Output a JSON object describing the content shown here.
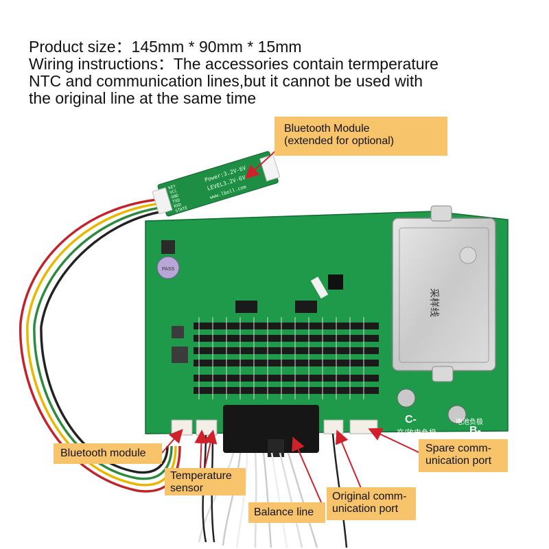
{
  "header": {
    "line1": "Product size：145mm * 90mm * 15mm",
    "line2": "Wiring instructions：The accessories contain termperature",
    "line3": "NTC and communication lines,but it cannot be used with",
    "line4": "the original line at the same time"
  },
  "callouts": {
    "bluetooth_module_top": {
      "line1": "Bluetooth Module",
      "line2": "(extended for optional)"
    },
    "bluetooth_module": "Bluetooth module",
    "temperature_sensor": {
      "line1": "Temperature",
      "line2": "sensor"
    },
    "balance_line": "Balance line",
    "original_port": {
      "line1": "Original comm-",
      "line2": "unication port"
    },
    "spare_port": {
      "line1": "Spare comm-",
      "line2": "unication port"
    }
  },
  "board_silkscreen": {
    "c_minus": "C-",
    "b_minus": "B-",
    "charge_discharge_negative": "充/放电负极",
    "battery_negative": "电池负极",
    "sampling_line": "采样线",
    "pass_sticker": "PASS"
  },
  "module_silkscreen": {
    "line1": "Power:3.2V-6V",
    "line2": "LEVEL3.2V-6V",
    "line3": "www.lboll.com",
    "pins": [
      "KEY",
      "VCC",
      "GND",
      "TXD",
      "RXD",
      "STATE"
    ]
  },
  "colors": {
    "pcb": "#1f9a4a",
    "pcb_dark": "#157a39",
    "callout_bg": "#f7c46c",
    "arrow": "#d0202a"
  }
}
